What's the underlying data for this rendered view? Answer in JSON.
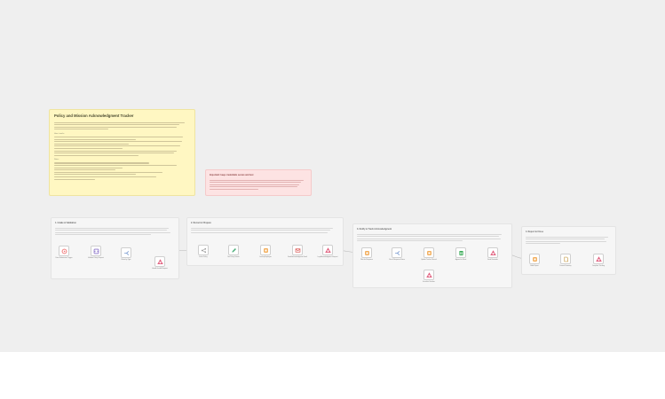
{
  "sticky_main": {
    "title": "Policy and Mission Acknowledgment Tracker",
    "section_setup": "How it works",
    "section_notes": "Notes"
  },
  "sticky_warning": {
    "title": "Important: keep credentials secure and test"
  },
  "groups": [
    {
      "title": "1. Intake & Validation"
    },
    {
      "title": "2. Record & Prepare"
    },
    {
      "title": "3. Notify & Track Acknowledgment"
    },
    {
      "title": "4. Report & Close"
    }
  ],
  "nodes": [
    {
      "label": "Form Submission Trigger",
      "icon": "trigger-icon",
      "color": "#ef6c6c"
    },
    {
      "label": "Validate Policy Request",
      "icon": "code-icon",
      "color": "#8a72c8"
    },
    {
      "label": "Route by Type",
      "icon": "switch-icon",
      "color": "#7a9bd0"
    },
    {
      "label": "Handle Invalid Request",
      "icon": "alert-icon",
      "color": "#e05a7a"
    },
    {
      "label": "Fetch Policy",
      "icon": "share-icon",
      "color": "#9a9a9a"
    },
    {
      "label": "Set Policy Details",
      "icon": "edit-icon",
      "color": "#4caf7a"
    },
    {
      "label": "Lookup Employee",
      "icon": "database-icon",
      "color": "#f0a040"
    },
    {
      "label": "Send Acknowledgment Email",
      "icon": "mail-icon",
      "color": "#d9534f"
    },
    {
      "label": "Log Acknowledgment Request",
      "icon": "alert-icon",
      "color": "#e05a7a"
    },
    {
      "label": "Wait for Response",
      "icon": "database-icon",
      "color": "#f0a040"
    },
    {
      "label": "Check Response Status",
      "icon": "switch-icon",
      "color": "#7a9bd0"
    },
    {
      "label": "Update Tracker Record",
      "icon": "database-icon",
      "color": "#f0a040"
    },
    {
      "label": "Append to Sheet",
      "icon": "sheet-icon",
      "color": "#35a853"
    },
    {
      "label": "Send Reminder",
      "icon": "alert-icon",
      "color": "#e05a7a"
    },
    {
      "label": "Escalate Overdue",
      "icon": "alert-icon",
      "color": "#e05a7a"
    },
    {
      "label": "Build Report",
      "icon": "database-icon",
      "color": "#f0a040"
    },
    {
      "label": "Format Summary",
      "icon": "doc-icon",
      "color": "#c8a050"
    },
    {
      "label": "Complete Tracking",
      "icon": "alert-icon",
      "color": "#e05a7a"
    }
  ]
}
